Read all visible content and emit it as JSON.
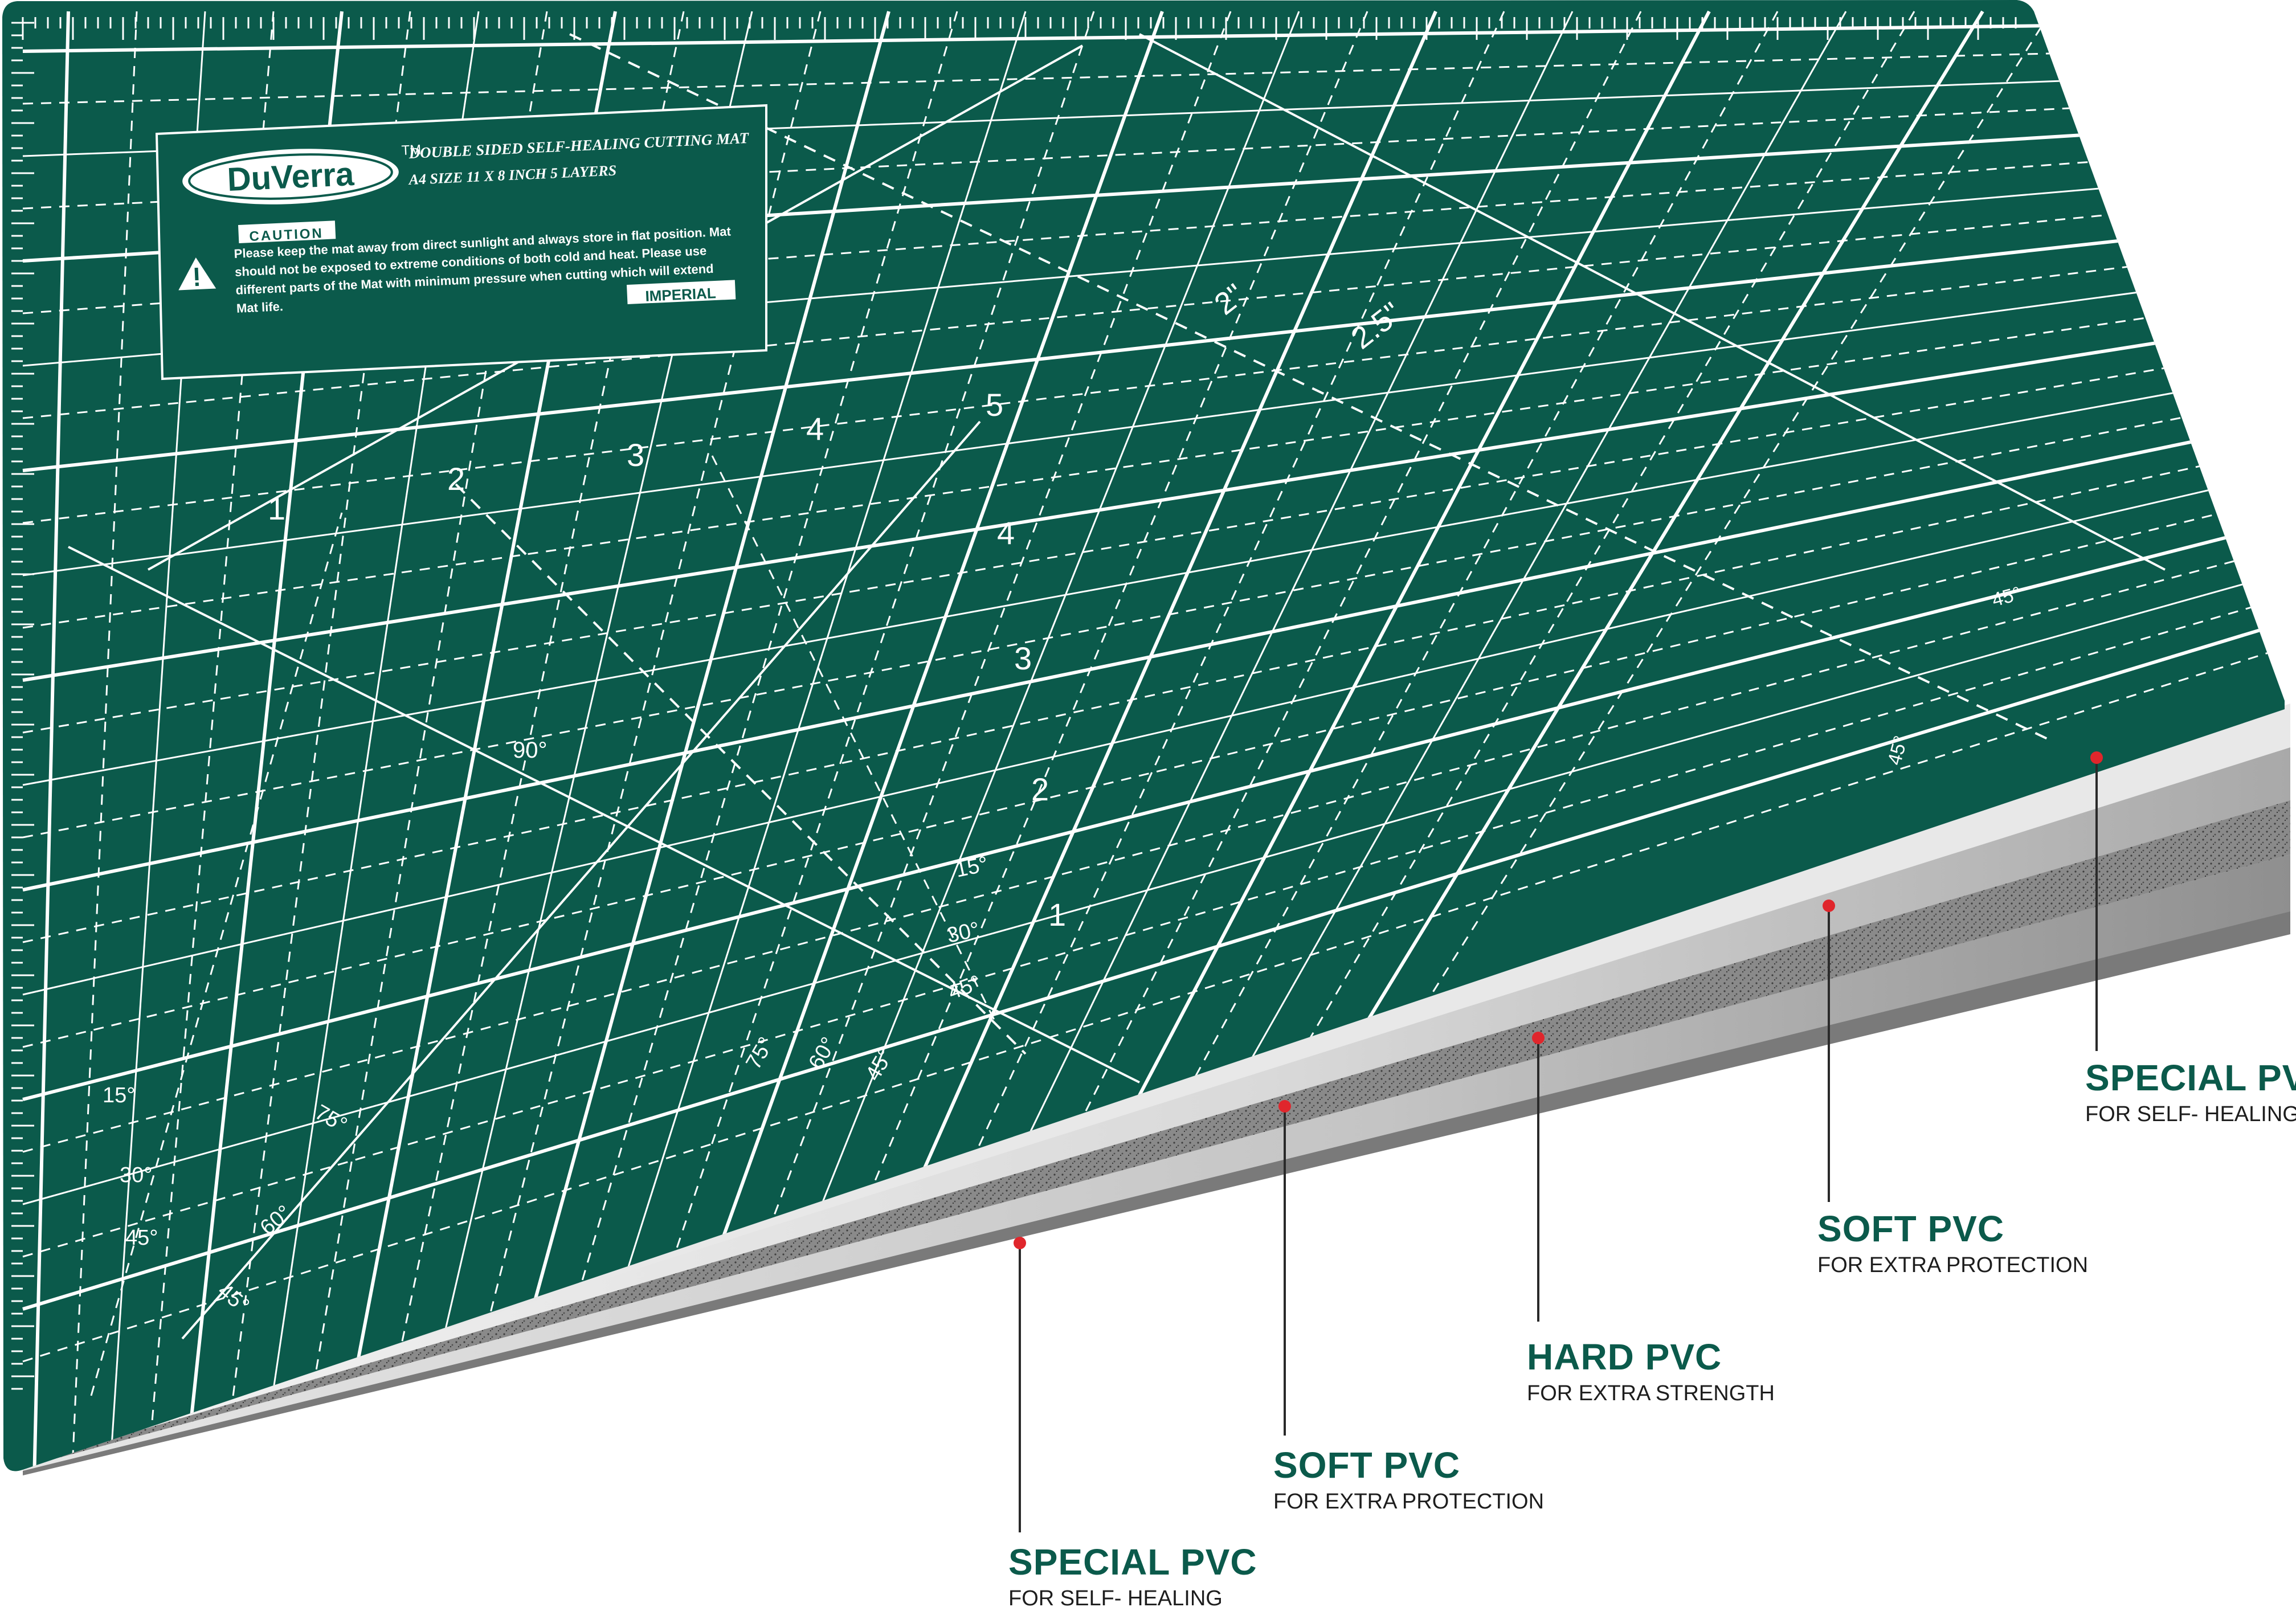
{
  "brand": {
    "logo_text": "DuVerra",
    "trademark": "TM",
    "product_title": "DOUBLE SIDED SELF-HEALING CUTTING MAT",
    "size_line": "A4 SIZE   11 X 8  INCH   5 LAYERS",
    "caution_label": "CAUTION",
    "caution_text": "Please keep the mat away from direct sunlight and always store in flat position. Mat should not be exposed to extreme conditions of both cold and heat. Please use different parts of the Mat with minimum pressure when cutting which will extend Mat life.",
    "imperial_label": "IMPERIAL"
  },
  "mat": {
    "top_numbers": [
      "1",
      "2",
      "3",
      "4",
      "5"
    ],
    "side_numbers": [
      "4",
      "3",
      "2",
      "1"
    ],
    "measure_labels": [
      "2\"",
      "2.5\""
    ],
    "angle_labels": [
      "90°",
      "15°",
      "30°",
      "45°",
      "60°",
      "75°"
    ],
    "colors": {
      "mat_green": "#0b5a4b",
      "line_white": "#ffffff",
      "dot_red": "#e0262c",
      "layer_gray": "#bdbdbd"
    }
  },
  "layers": [
    {
      "title": "SPECIAL PVC",
      "subtitle": "FOR SELF- HEALING"
    },
    {
      "title": "SOFT PVC",
      "subtitle": "FOR EXTRA PROTECTION"
    },
    {
      "title": "HARD PVC",
      "subtitle": "FOR EXTRA STRENGTH"
    },
    {
      "title": "SOFT PVC",
      "subtitle": "FOR EXTRA PROTECTION"
    },
    {
      "title": "SPECIAL PVC",
      "subtitle": "FOR SELF- HEALING"
    }
  ]
}
